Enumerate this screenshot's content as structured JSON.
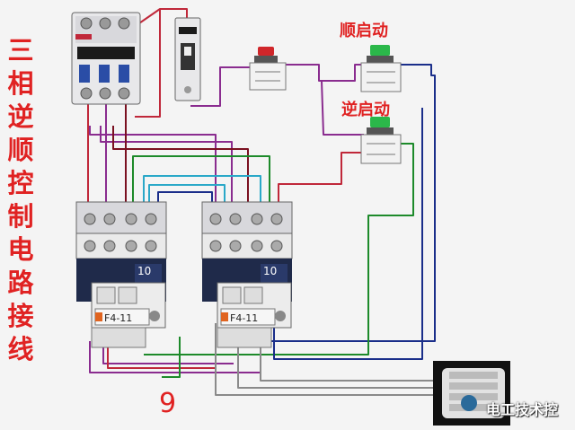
{
  "title_chars": [
    "三",
    "相",
    "逆",
    "顺",
    "控",
    "制",
    "电",
    "路",
    "接",
    "线"
  ],
  "labels": {
    "forward_start": "顺启动",
    "reverse_start": "逆启动",
    "figure_number": "9",
    "watermark": "电工技术控"
  },
  "contactors": [
    {
      "rating": "10",
      "relay_model": "F4-11"
    },
    {
      "rating": "10",
      "relay_model": "F4-11"
    }
  ],
  "colors": {
    "title_red": "#e02222",
    "wire_red": "#c0283a",
    "wire_purple": "#8a2c8f",
    "wire_darkred": "#7a1020",
    "wire_blue": "#1a2e8a",
    "wire_green": "#1d8a2a",
    "wire_cyan": "#2aa8c8",
    "wire_gray": "#8a8a8a",
    "button_red": "#d0262a",
    "button_green": "#2bb84a"
  }
}
